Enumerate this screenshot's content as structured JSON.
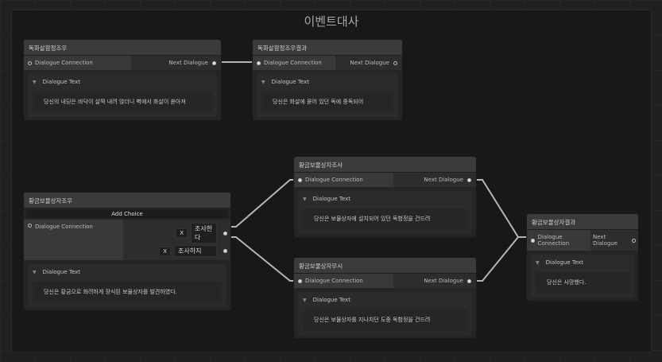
{
  "group_title": "이벤트대사",
  "labels": {
    "in": "Dialogue Connection",
    "out": "Next Dialogue",
    "fold": "Dialogue Text",
    "add_choice": "Add Choice",
    "remove": "X"
  },
  "nodes": [
    {
      "title": "독화살함정조우",
      "text": "당신의 내딛은 바닥이 살짝 내려 앉더니 벽에서 화살이 쏟아져"
    },
    {
      "title": "독화살함정조우결과",
      "text": "당신은 화살에 묻어 있던 독에 중독되어"
    },
    {
      "title": "황금보물상자조우",
      "text": "당신은 황금으로 화려하게 장식된 보물상자를 발견하였다.",
      "choices": [
        "조사한다",
        "조사하지"
      ]
    },
    {
      "title": "황금보물상자조사",
      "text": "당신은 보물상자에 설치되어 있던 독함정을 건드려"
    },
    {
      "title": "황금보물상자무시",
      "text": "당신은 보물상자를 지나치던 도중 독함정을 건드려"
    },
    {
      "title": "황금보물상자결과",
      "text": "당신은 사망했다."
    }
  ]
}
